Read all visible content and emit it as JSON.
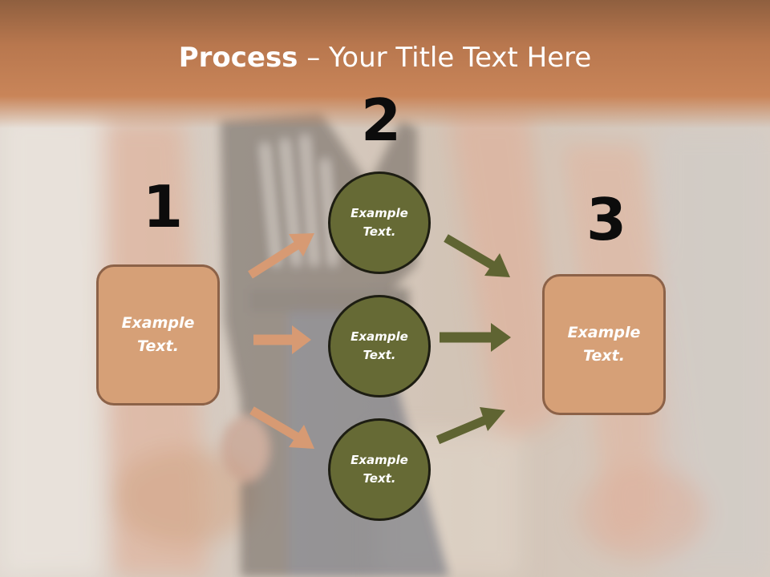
{
  "slide": {
    "title_bold": "Process",
    "title_rest": " – Your Title Text Here"
  },
  "steps": {
    "n1": "1",
    "n2": "2",
    "n3": "3"
  },
  "left_box": {
    "text": "Example\nText."
  },
  "right_box": {
    "text": "Example\nText."
  },
  "circles": [
    {
      "text": "Example\nText."
    },
    {
      "text": "Example\nText."
    },
    {
      "text": "Example\nText."
    }
  ],
  "colors": {
    "box_fill": "#d6a077",
    "circle_fill": "#666a35",
    "orange_arrow": "#d79a73",
    "olive_arrow": "#5f6432",
    "header_band": "#c98559"
  }
}
